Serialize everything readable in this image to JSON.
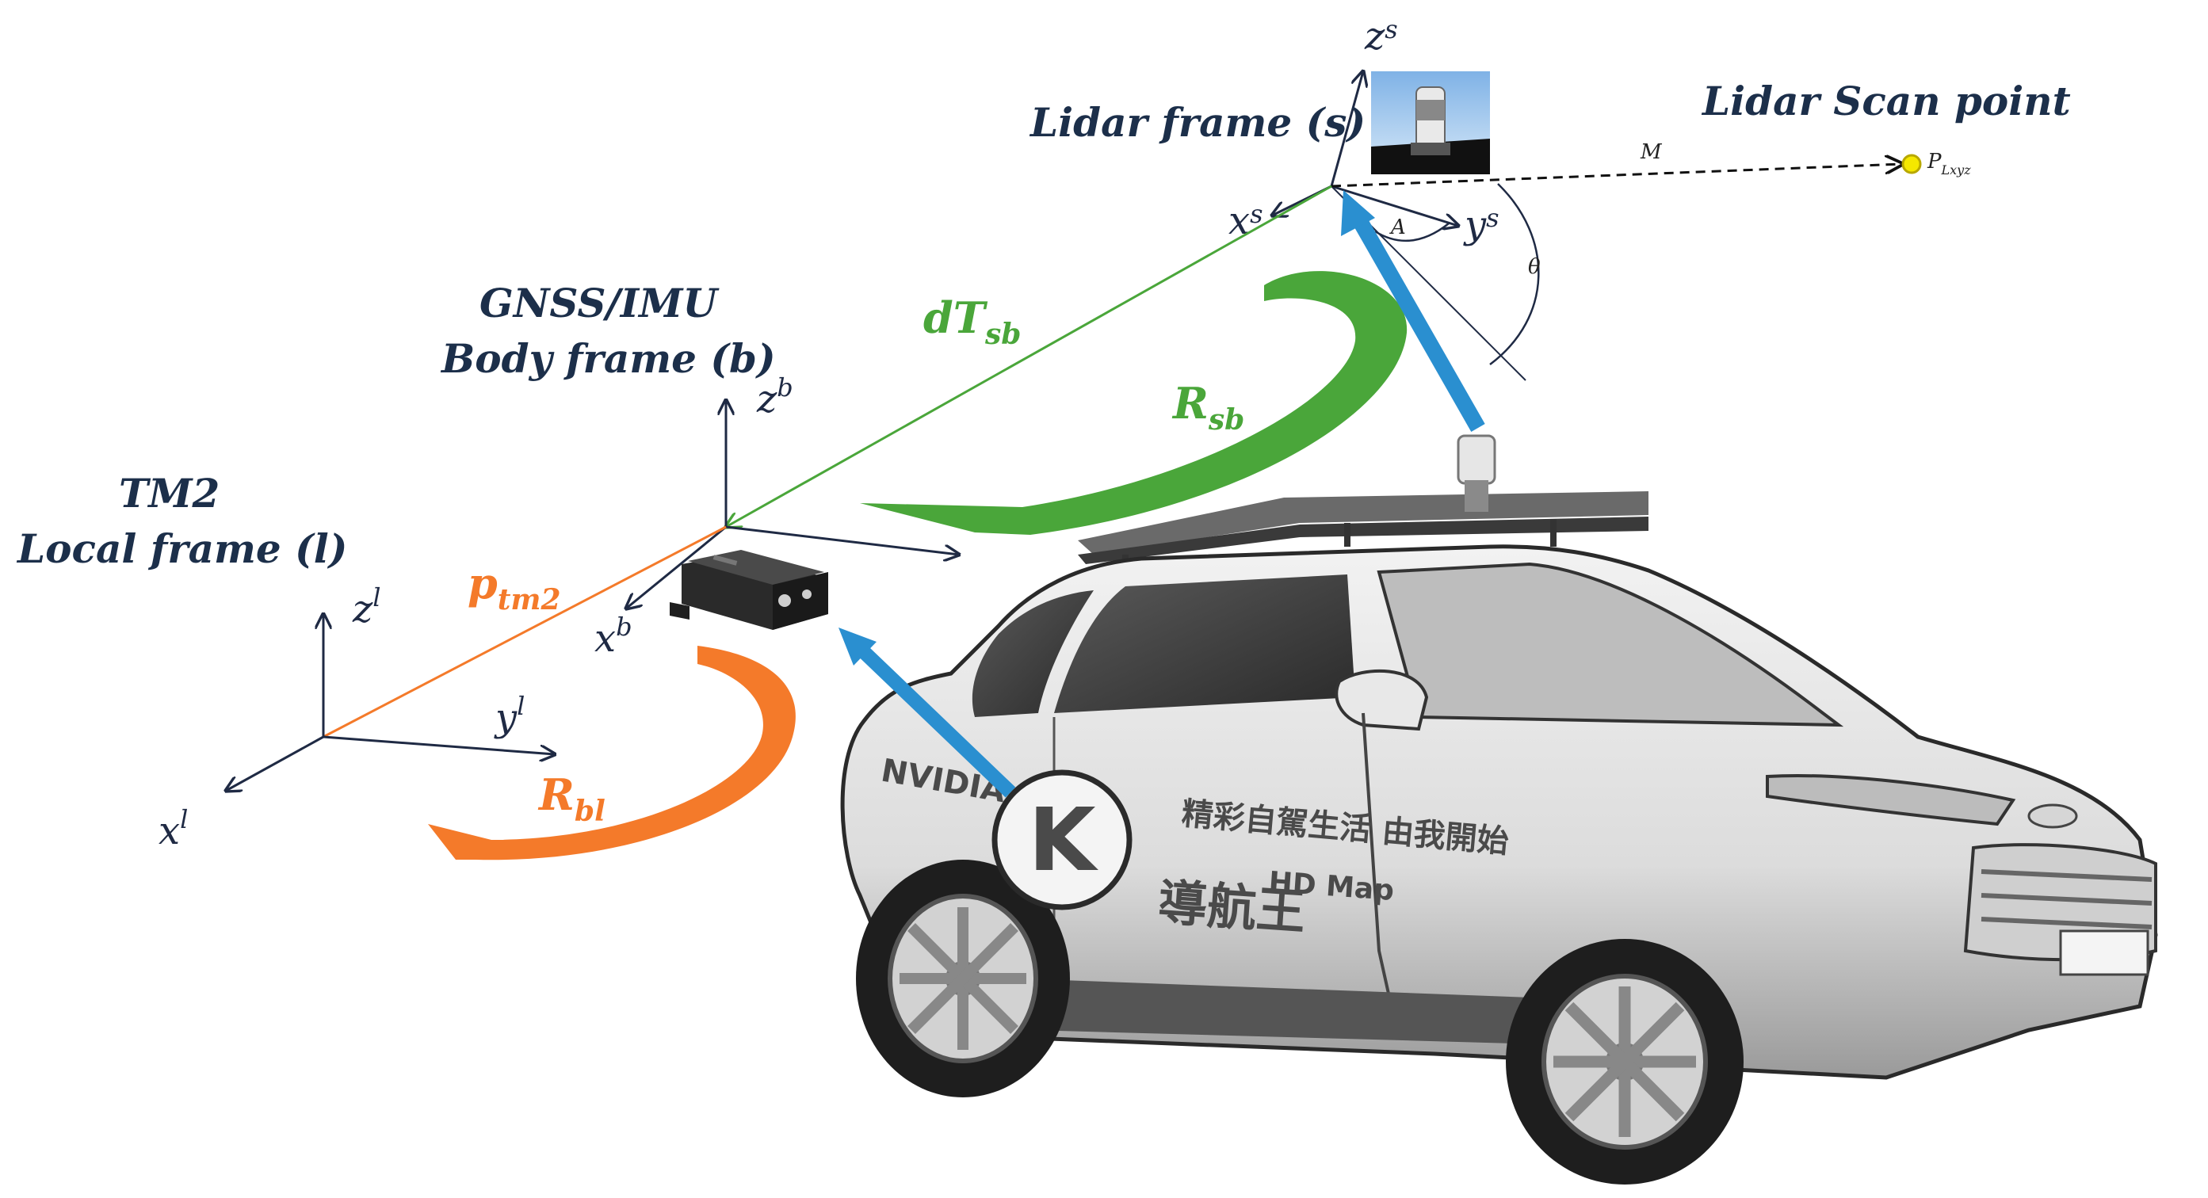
{
  "frames": {
    "lidar": {
      "title": "Lidar frame (s)",
      "x_axis": "x",
      "x_sup": "s",
      "y_axis": "y",
      "y_sup": "s",
      "z_axis": "z",
      "z_sup": "s"
    },
    "body": {
      "title_line1": "GNSS/IMU",
      "title_line2": "Body frame (b)",
      "x_axis": "x",
      "x_sup": "b",
      "z_axis": "z",
      "z_sup": "b"
    },
    "local": {
      "title_line1": "TM2",
      "title_line2": "Local frame (l)",
      "x_axis": "x",
      "x_sup": "l",
      "y_axis": "y",
      "y_sup": "l",
      "z_axis": "z",
      "z_sup": "l"
    }
  },
  "scan_point": {
    "title": "Lidar Scan point",
    "label": "P",
    "label_sub": "Lxyz",
    "range_label": "M",
    "azimuth_label": "A",
    "elevation_label": "θ"
  },
  "transforms": {
    "dT": {
      "label": "dT",
      "sub": "sb"
    },
    "R_sb": {
      "label": "R",
      "sub": "sb"
    },
    "p_tm2": {
      "label": "p",
      "sub": "tm2"
    },
    "R_bl": {
      "label": "R",
      "sub": "bl"
    }
  },
  "vehicle": {
    "decal_logo": "K",
    "decal_line1": "精彩自駕生活 由我開始",
    "decal_line2": "導航王",
    "decal_hd": "HD Map",
    "decal_brand": "NVIDIA"
  },
  "colors": {
    "green": "#4aa63a",
    "orange": "#f47a2a",
    "blue": "#2a8fd0",
    "navy": "#1f2a44",
    "scan_point": "#f5e800"
  }
}
